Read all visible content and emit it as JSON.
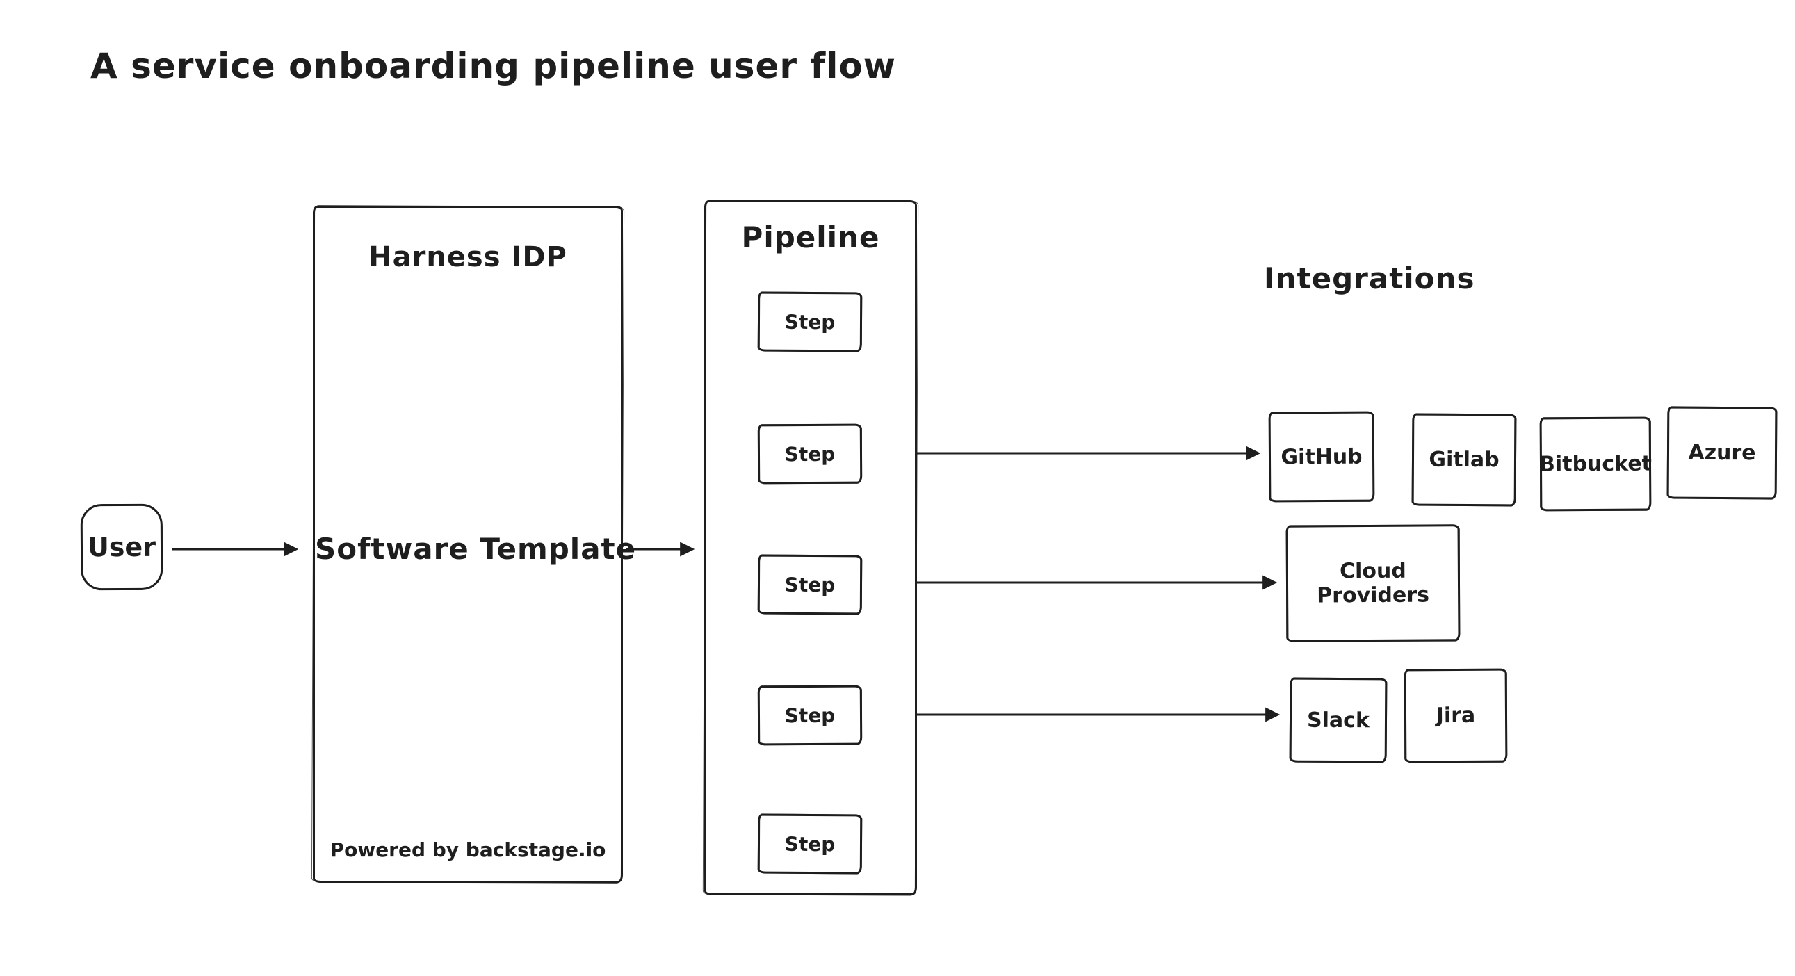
{
  "title": "A service onboarding pipeline user flow",
  "colors": {
    "stroke": "#1e1e1e",
    "background": "#ffffff"
  },
  "nodes": {
    "user": {
      "label": "User"
    },
    "harness": {
      "title": "Harness IDP",
      "center_label": "Software Template",
      "footer": "Powered by backstage.io"
    },
    "pipeline": {
      "title": "Pipeline",
      "steps": [
        "Step",
        "Step",
        "Step",
        "Step",
        "Step"
      ]
    },
    "integrations": {
      "heading": "Integrations",
      "row1": [
        "GitHub",
        "Gitlab",
        "Bitbucket",
        "Azure"
      ],
      "row2": [
        "Cloud Providers"
      ],
      "row3": [
        "Slack",
        "Jira"
      ]
    }
  }
}
